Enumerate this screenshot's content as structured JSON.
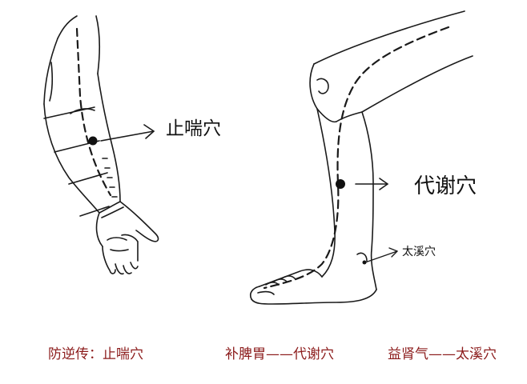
{
  "labels": {
    "zhichuan": "止喘穴",
    "daixie": "代谢穴",
    "taixi": "太溪穴"
  },
  "captions": [
    "防逆传：止喘穴",
    "补脾胃——代谢穴",
    "益肾气——太溪穴"
  ],
  "colors": {
    "caption": "#8b1a1a",
    "line": "#1a1a1a"
  }
}
